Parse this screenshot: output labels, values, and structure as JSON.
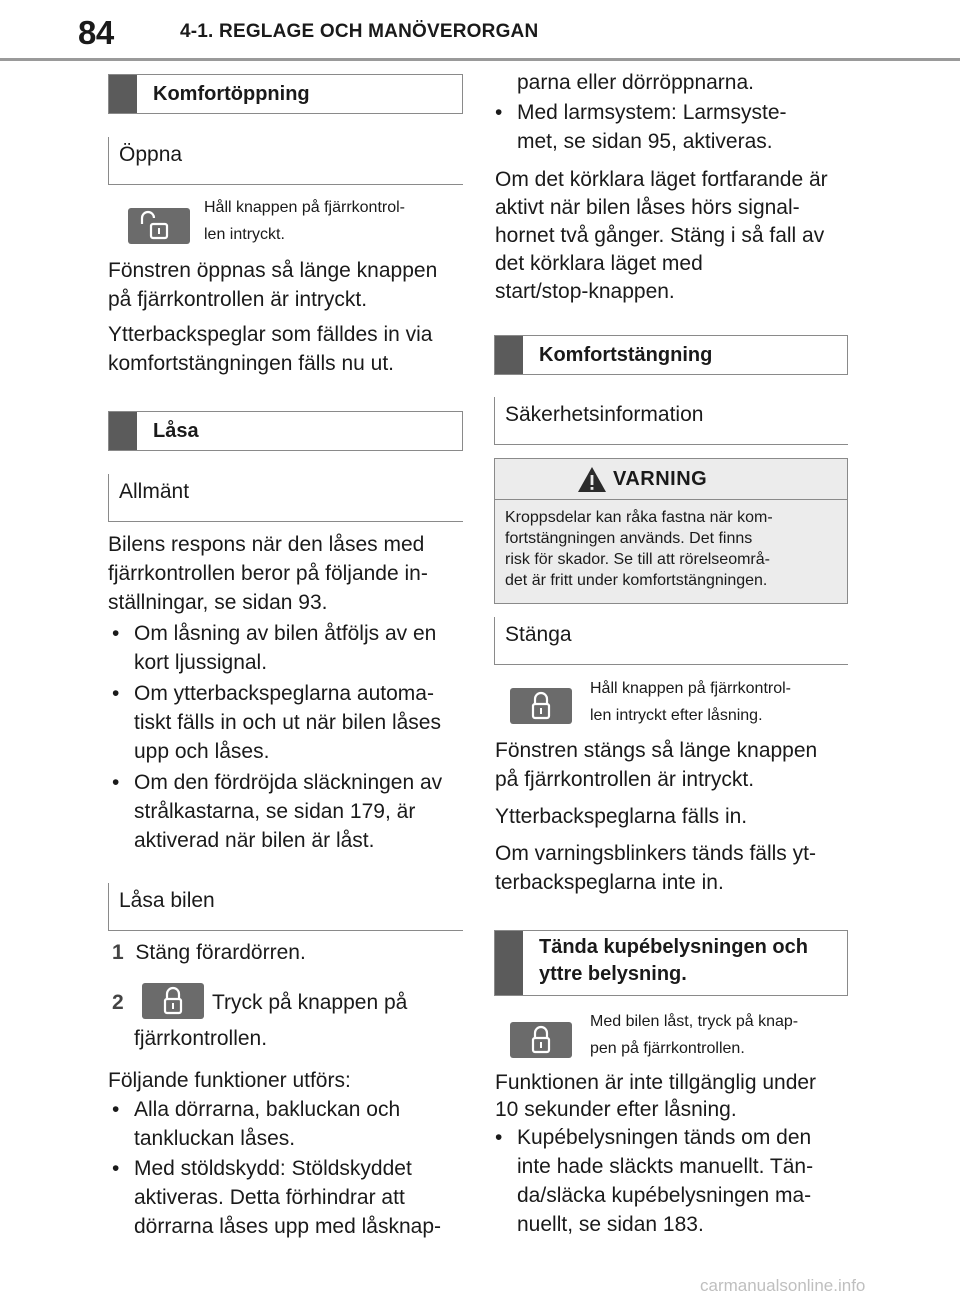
{
  "header": {
    "page_number": "84",
    "chapter": "4-1. REGLAGE OCH MANÖVERORGAN"
  },
  "left": {
    "s1_title": "Komfortöppning",
    "s1_sub": "Öppna",
    "s1_key_text1": "Håll knappen på fjärrkontrol-",
    "s1_key_text2": "len intryckt.",
    "s1_p1a": "Fönstren öppnas så länge knappen",
    "s1_p1b": "på fjärrkontrollen är intryckt.",
    "s1_p2a": "Ytterbackspeglar som fälldes in via",
    "s1_p2b": "komfortstängningen fälls nu ut.",
    "s2_title": "Låsa",
    "s2_sub": "Allmänt",
    "s2_p1a": "Bilens respons när den låses med",
    "s2_p1b": "fjärrkontrollen beror på följande in-",
    "s2_p1c": "ställningar, se sidan 93.",
    "s2_b1a": "Om låsning av bilen åtföljs av en",
    "s2_b1b": "kort ljussignal.",
    "s2_b2a": "Om ytterbackspeglarna automa-",
    "s2_b2b": "tiskt fälls in och ut när bilen låses",
    "s2_b2c": "upp och låses.",
    "s2_b3a": "Om den fördröjda släckningen av",
    "s2_b3b": "strålkastarna, se sidan 179, är",
    "s2_b3c": "aktiverad när bilen är låst.",
    "s3_sub": "Låsa bilen",
    "step1_num": "1",
    "step1": "Stäng förardörren.",
    "step2_num": "2",
    "step2a": "Tryck på knappen på",
    "step2b": "fjärrkontrollen.",
    "s3_p1": "Följande funktioner utförs:",
    "s3_b1a": "Alla dörrarna, bakluckan och",
    "s3_b1b": "tankluckan låses.",
    "s3_b2a": "Med stöldskydd: Stöldskyddet",
    "s3_b2b": "aktiveras. Detta förhindrar att",
    "s3_b2c": "dörrarna låses upp med låsknap-"
  },
  "right": {
    "c1": "parna eller dörröppnarna.",
    "b1a": "Med larmsystem: Larmsyste-",
    "b1b": "met, se sidan 95, aktiveras.",
    "p1a": "Om det körklara läget fortfarande är",
    "p1b": "aktivt när bilen låses hörs signal-",
    "p1c": "hornet två gånger. Stäng i så fall av",
    "p1d": "det körklara läget med",
    "p1e": "start/stop-knappen.",
    "s4_title": "Komfortstängning",
    "s4_sub": "Säkerhetsinformation",
    "warn_title": "VARNING",
    "warn1": "Kroppsdelar kan råka fastna när kom-",
    "warn2": "fortstängningen används. Det finns",
    "warn3": "risk för skador. Se till att rörelseområ-",
    "warn4": "det är fritt under komfortstängningen.",
    "s5_sub": "Stänga",
    "s5_key_text1": "Håll knappen på fjärrkontrol-",
    "s5_key_text2": "len intryckt efter låsning.",
    "s5_p1a": "Fönstren stängs så länge knappen",
    "s5_p1b": "på fjärrkontrollen är intryckt.",
    "s5_p2": "Ytterbackspeglarna fälls in.",
    "s5_p3a": "Om varningsblinkers tänds fälls yt-",
    "s5_p3b": "terbackspeglarna inte in.",
    "s6_title1": "Tända kupébelysningen och",
    "s6_title2": "yttre belysning.",
    "s6_key_text1": "Med bilen låst, tryck på knap-",
    "s6_key_text2": "pen på fjärrkontrollen.",
    "s6_p1a": "Funktionen är inte tillgänglig under",
    "s6_p1b": "10 sekunder efter låsning.",
    "s6_b1a": "Kupébelysningen tänds om den",
    "s6_b1b": "inte hade släckts manuellt. Tän-",
    "s6_b1c": "da/släcka kupébelysningen ma-",
    "s6_b1d": "nuellt, se sidan 183."
  },
  "watermark": "carmanualsonline.info",
  "icons": {
    "unlock": "unlock-icon",
    "lock": "lock-icon",
    "warning": "warning-triangle-icon"
  }
}
